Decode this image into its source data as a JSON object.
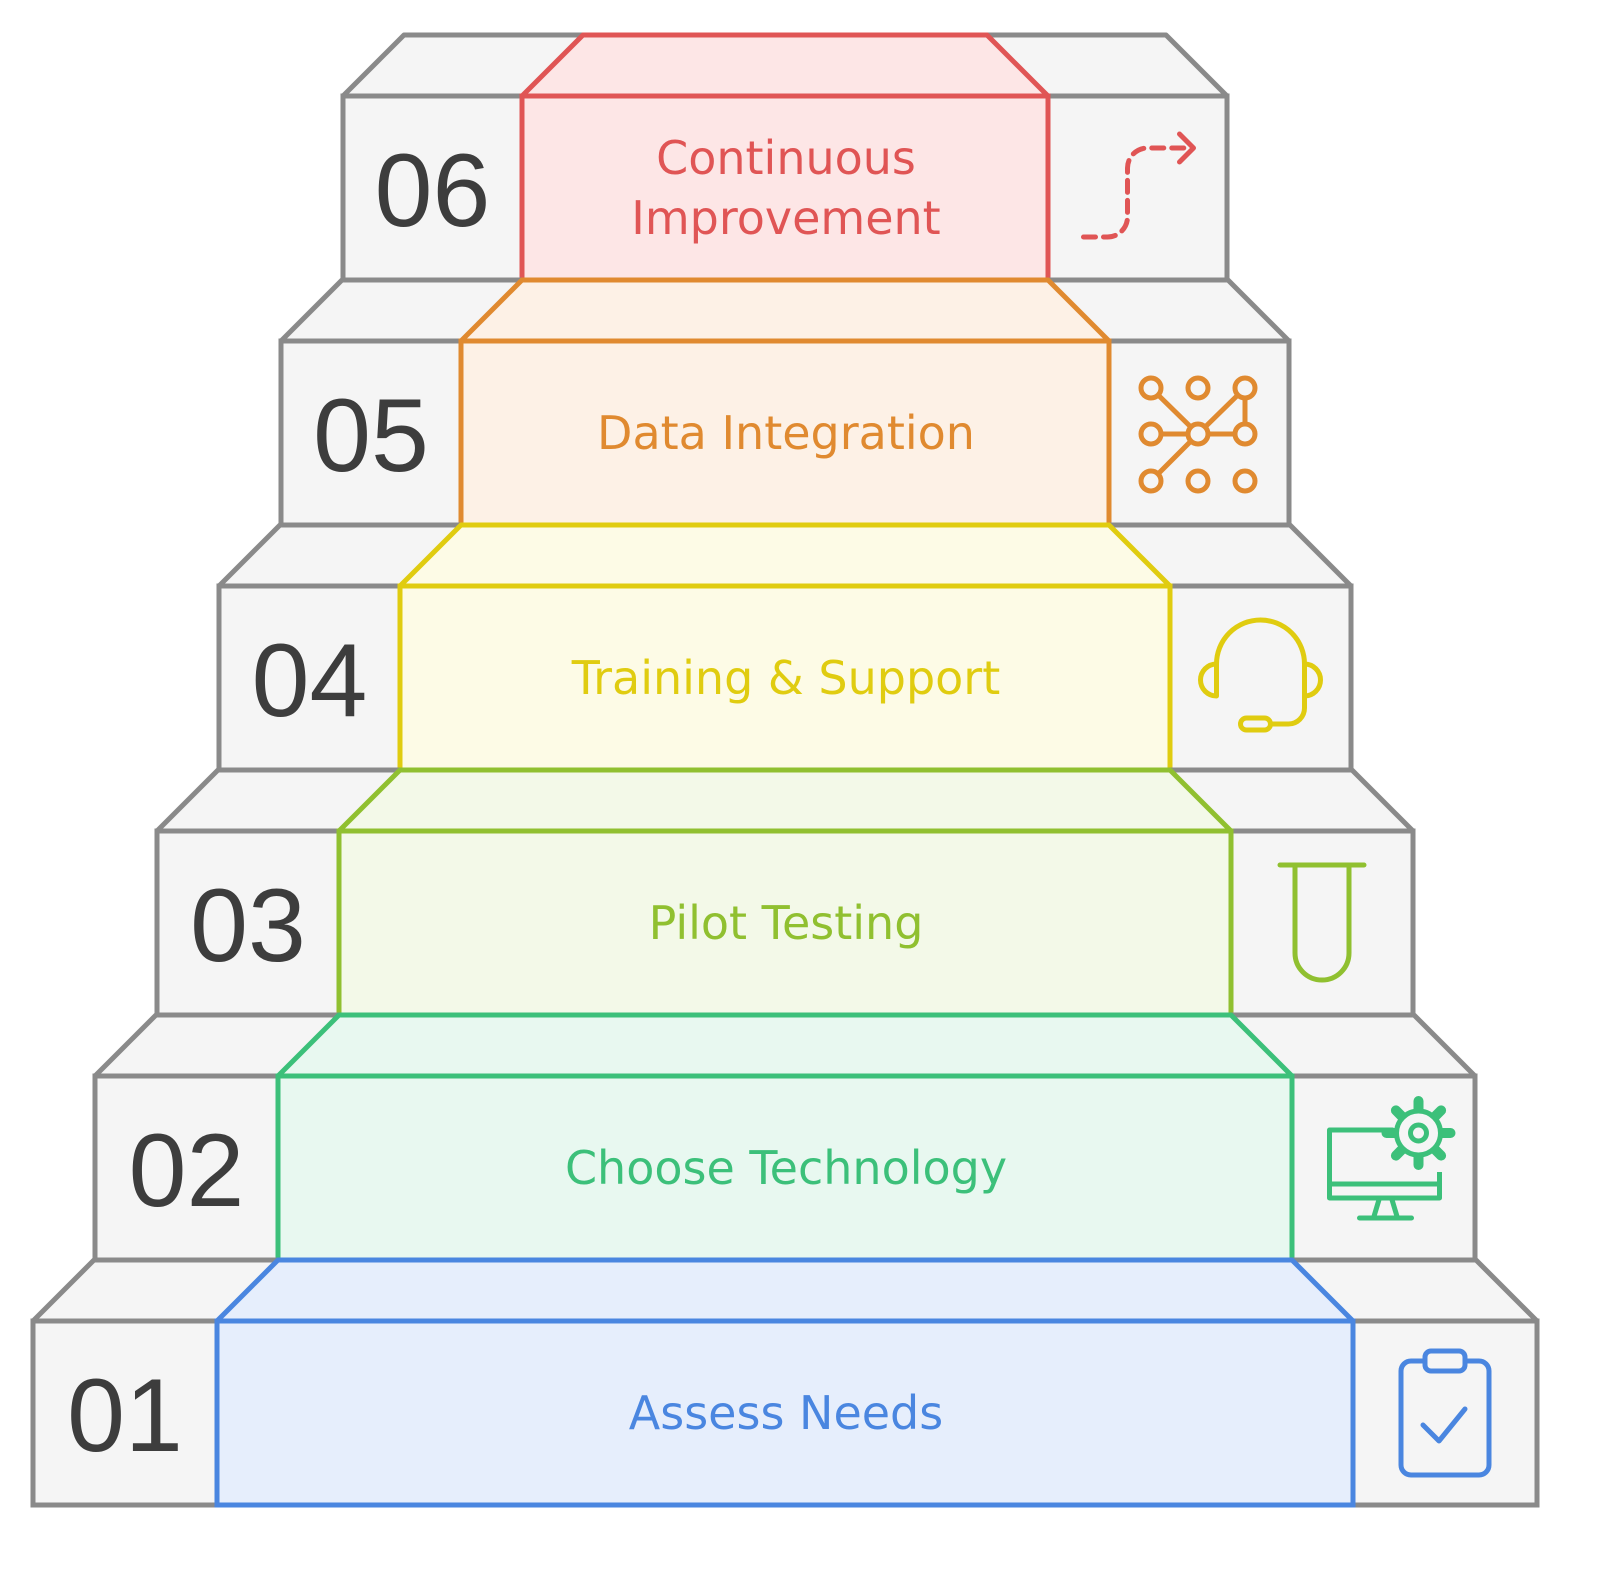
{
  "steps": [
    {
      "number": "01",
      "label_lines": [
        "Assess Needs"
      ],
      "icon": "clipboard-check-icon",
      "color": "#4a86e0",
      "fill": "#e6eefc"
    },
    {
      "number": "02",
      "label_lines": [
        "Choose Technology"
      ],
      "icon": "monitor-gear-icon",
      "color": "#3cc07a",
      "fill": "#e8f8f0"
    },
    {
      "number": "03",
      "label_lines": [
        "Pilot Testing"
      ],
      "icon": "test-tube-icon",
      "color": "#90c030",
      "fill": "#f3f9e8"
    },
    {
      "number": "04",
      "label_lines": [
        "Training & Support"
      ],
      "icon": "headset-icon",
      "color": "#e0cc10",
      "fill": "#fdfbe6"
    },
    {
      "number": "05",
      "label_lines": [
        "Data Integration"
      ],
      "icon": "network-nodes-icon",
      "color": "#e08a30",
      "fill": "#fdf1e6"
    },
    {
      "number": "06",
      "label_lines": [
        "Continuous",
        "Improvement"
      ],
      "icon": "dashed-arrow-path-icon",
      "color": "#e05555",
      "fill": "#fde6e6"
    }
  ],
  "colors": {
    "frame_stroke": "#8a8a8a",
    "frame_fill": "#f5f5f5",
    "number_text": "#3d3d3d"
  }
}
